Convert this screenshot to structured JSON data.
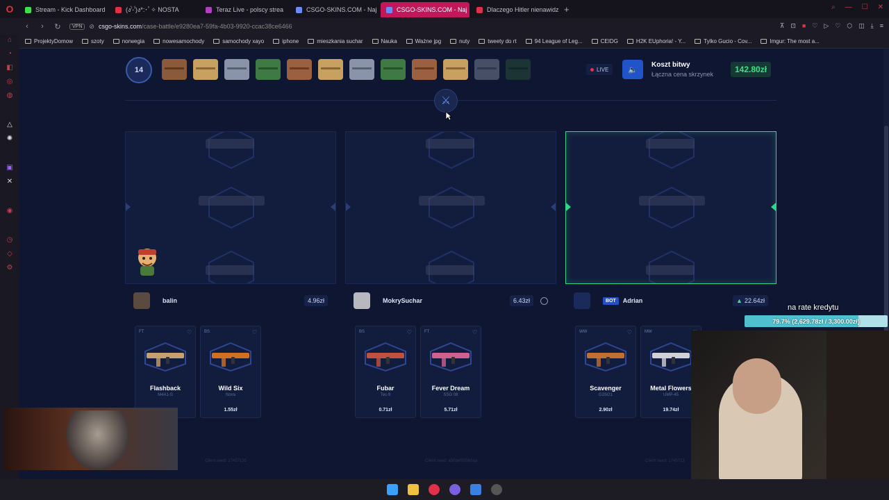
{
  "browser": {
    "tabs": [
      {
        "label": "Stream - Kick Dashboard",
        "color": "#3fe04a",
        "active": false
      },
      {
        "label": "(ง'̀-'́)ง*:･ﾟ✧ NOSTA",
        "color": "#e0304a",
        "active": false
      },
      {
        "label": "Teraz Live - polscy strea",
        "color": "#b040c0",
        "active": false
      },
      {
        "label": "CSGO-SKINS.COM - Naj",
        "color": "#6b8cff",
        "active": false
      },
      {
        "label": "CSGO-SKINS.COM - Naj",
        "color": "#6b8cff",
        "active": true
      },
      {
        "label": "Dlaczego Hitler nienawidz",
        "color": "#e0304a",
        "active": false
      }
    ],
    "add_tab": "+",
    "vpn": "VPN",
    "url_host": "csgo-skins.com",
    "url_path": "/case-battle/e9280ea7-59fa-4b03-9920-ccac38ce6466",
    "bookmarks": [
      "ProjektyDomow",
      "szoty",
      "norwegia",
      "nowesamochody",
      "samochody xayo",
      "iphone",
      "mieszkania suchar",
      "Nauka",
      "Ważne jpg",
      "nuty",
      "tweety do rt",
      "94 League of Leg...",
      "CEIDG",
      "H2K EUphoria! - Y...",
      "Tylko Gucio - Cov...",
      "Imgur: The most a..."
    ]
  },
  "battle": {
    "round": "14",
    "live_label": "LIVE",
    "cost_title": "Koszt bitwy",
    "cost_subtitle": "Łączna cena skrzynek",
    "cost_value": "142.80zł",
    "cases": [
      "#8b5a3a",
      "#c8a060",
      "#8a94a8",
      "#3f7a44",
      "#9a6040",
      "#c8a060",
      "#8a94a8",
      "#3f7a44",
      "#9a6040",
      "#c8a060",
      "#8a94a8",
      "#2f5a38"
    ]
  },
  "players": [
    {
      "name": "balin",
      "value": "4.96zł",
      "bot": false,
      "avatar_color": "#5a4a40",
      "items": [
        {
          "wear": "FT",
          "name": "Flashback",
          "type": "M4A1-S",
          "price": "",
          "color": "#c8a070"
        },
        {
          "wear": "BS",
          "name": "Wild Six",
          "type": "Nova",
          "price": "1.55zł",
          "color": "#d07020"
        }
      ],
      "seed": "Client seed: 17457135"
    },
    {
      "name": "MokrySuchar",
      "value": "6.43zł",
      "bot": false,
      "avatar_color": "#b8b8c0",
      "items": [
        {
          "wear": "BS",
          "name": "Fubar",
          "type": "Tec-9",
          "price": "0.71zł",
          "color": "#c05040"
        },
        {
          "wear": "FT",
          "name": "Fever Dream",
          "type": "SSG 08",
          "price": "5.71zł",
          "color": "#d06090"
        }
      ],
      "seed": "Client seed: a50bef020b0aa"
    },
    {
      "name": "Adrian",
      "value": "22.64zł",
      "bot": true,
      "bot_label": "BOT",
      "avatar_color": "#1a2a5a",
      "items": [
        {
          "wear": "WW",
          "name": "Scavenger",
          "type": "G3SG1",
          "price": "2.90zł",
          "color": "#c07030"
        },
        {
          "wear": "MW",
          "name": "Metal Flowers",
          "type": "UMP-45",
          "price": "19.74zł",
          "color": "#d0d0d8"
        }
      ],
      "seed": "Client seed: 1745713"
    }
  ],
  "overlay": {
    "rate_label": "na rate kredytu",
    "rate_bar": "79.7% (2,629.78zł / 3,300.00zł)",
    "rate_progress_percent": 79.7
  }
}
